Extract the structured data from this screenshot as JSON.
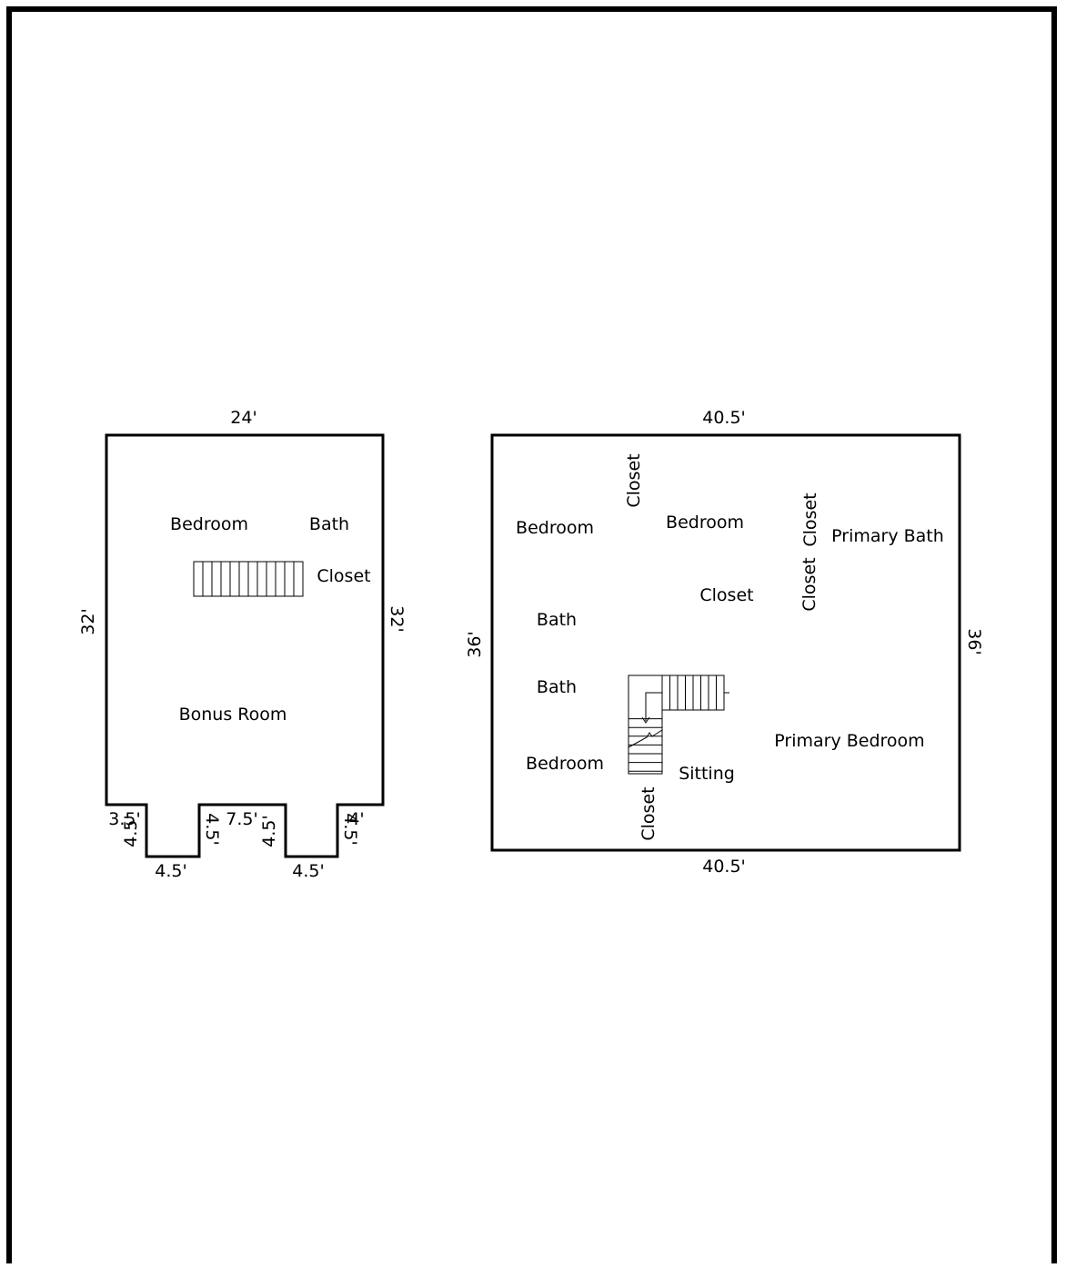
{
  "upper_plan": {
    "dims": {
      "top": "24'",
      "left": "32'",
      "right": "32'",
      "notch_left_width": "3.5'",
      "notch_left_depth": "4.5'",
      "bay1_bottom": "4.5'",
      "bay1_right_depth": "4.5'",
      "middle_width": "7.5'",
      "bay2_left_depth": "4.5'",
      "bay2_bottom": "4.5'",
      "notch_right_width": "4'",
      "notch_right_depth": "4.5'"
    },
    "rooms": {
      "bedroom": "Bedroom",
      "bath": "Bath",
      "closet": "Closet",
      "bonus_room": "Bonus Room"
    }
  },
  "main_plan": {
    "dims": {
      "top": "40.5'",
      "bottom": "40.5'",
      "left": "36'",
      "right": "36'"
    },
    "rooms": {
      "closet_top": "Closet",
      "bedroom_left": "Bedroom",
      "bedroom_center": "Bedroom",
      "closet_right_upper": "Closet",
      "primary_bath": "Primary Bath",
      "closet_center": "Closet",
      "closet_right_lower": "Closet",
      "bath_upper": "Bath",
      "bath_lower": "Bath",
      "primary_bedroom": "Primary Bedroom",
      "bedroom_lower": "Bedroom",
      "sitting": "Sitting",
      "closet_bottom": "Closet"
    }
  }
}
